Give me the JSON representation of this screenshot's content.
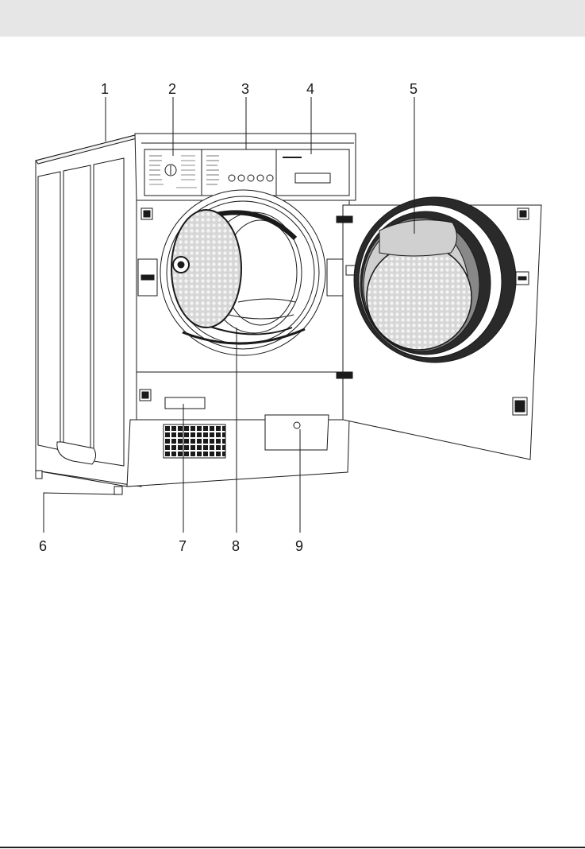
{
  "figure": {
    "callouts_top": [
      "1",
      "2",
      "3",
      "4",
      "5"
    ],
    "callouts_bottom": [
      "6",
      "7",
      "8",
      "9"
    ]
  },
  "colors": {
    "header_band": "#e6e6e6",
    "line": "#1a1a1a",
    "mesh": "#c8c8c8",
    "door_seal_dark": "#2a2a2a",
    "door_seal_mid": "#888888",
    "door_seal_light": "#cfcfcf"
  }
}
